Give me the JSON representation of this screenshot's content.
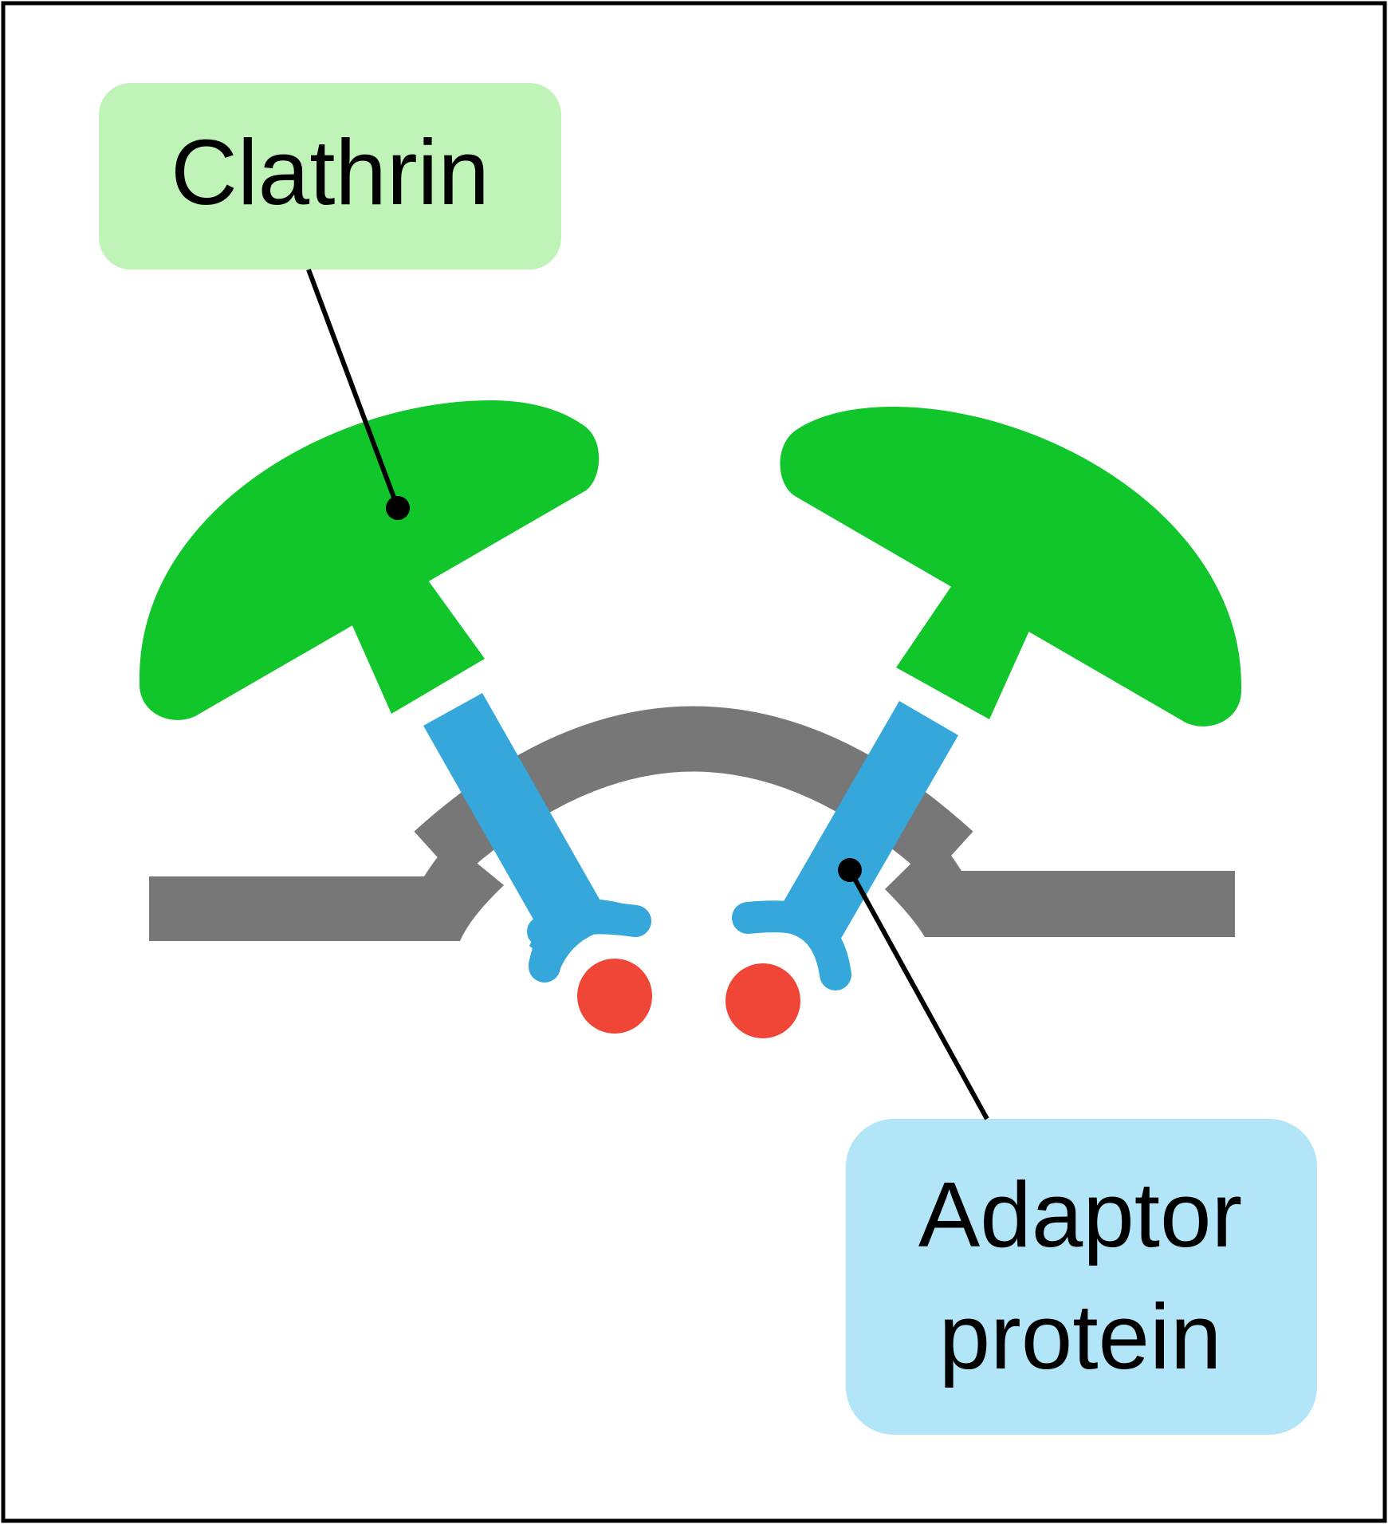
{
  "labels": {
    "clathrin": "Clathrin",
    "adaptor_line1": "Adaptor",
    "adaptor_line2": "protein"
  },
  "colors": {
    "clathrin_green": "#11c62b",
    "clathrin_label_bg": "#c0f3b7",
    "adaptor_blue": "#36a7db",
    "adaptor_label_bg": "#b3e5f8",
    "membrane_gray": "#777777",
    "cargo_red": "#f04638",
    "frame": "#000000"
  }
}
